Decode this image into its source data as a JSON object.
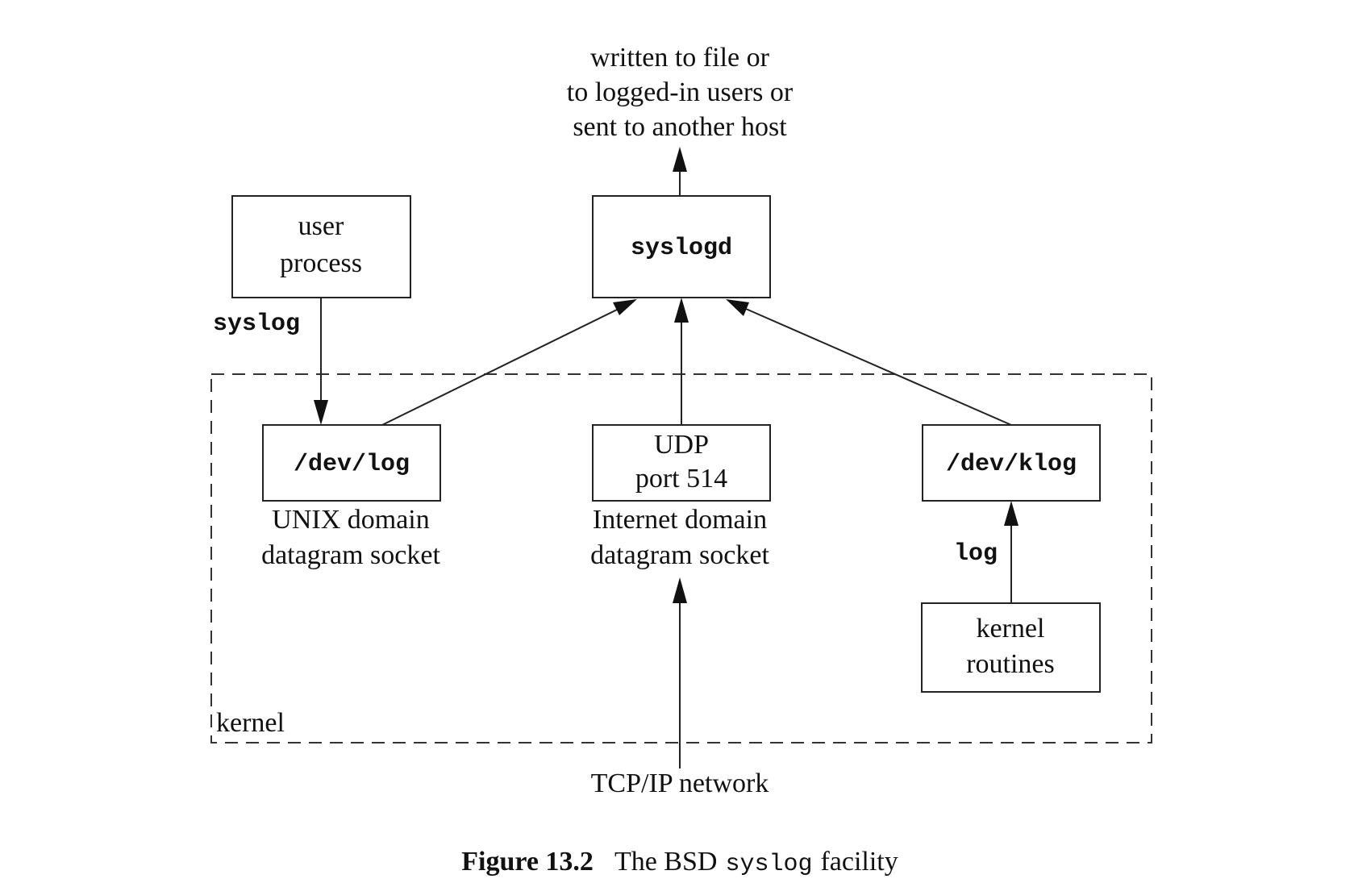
{
  "diagram": {
    "output_text": [
      "written to file or",
      "to logged-in users or",
      "sent to another host"
    ],
    "syslogd_label": "syslogd",
    "user_process_label": [
      "user",
      "process"
    ],
    "syslog_call_label": "syslog",
    "kernel_label": "kernel",
    "dev_log_label": "/dev/log",
    "dev_log_caption": [
      "UNIX domain",
      "datagram socket"
    ],
    "udp_label": [
      "UDP",
      "port 514"
    ],
    "udp_caption": [
      "Internet domain",
      "datagram socket"
    ],
    "dev_klog_label": "/dev/klog",
    "log_call_label": "log",
    "kernel_routines_label": [
      "kernel",
      "routines"
    ],
    "network_label": "TCP/IP network"
  },
  "caption": {
    "number": "Figure 13.2",
    "text_before": "The BSD",
    "code": "syslog",
    "text_after": "facility"
  }
}
